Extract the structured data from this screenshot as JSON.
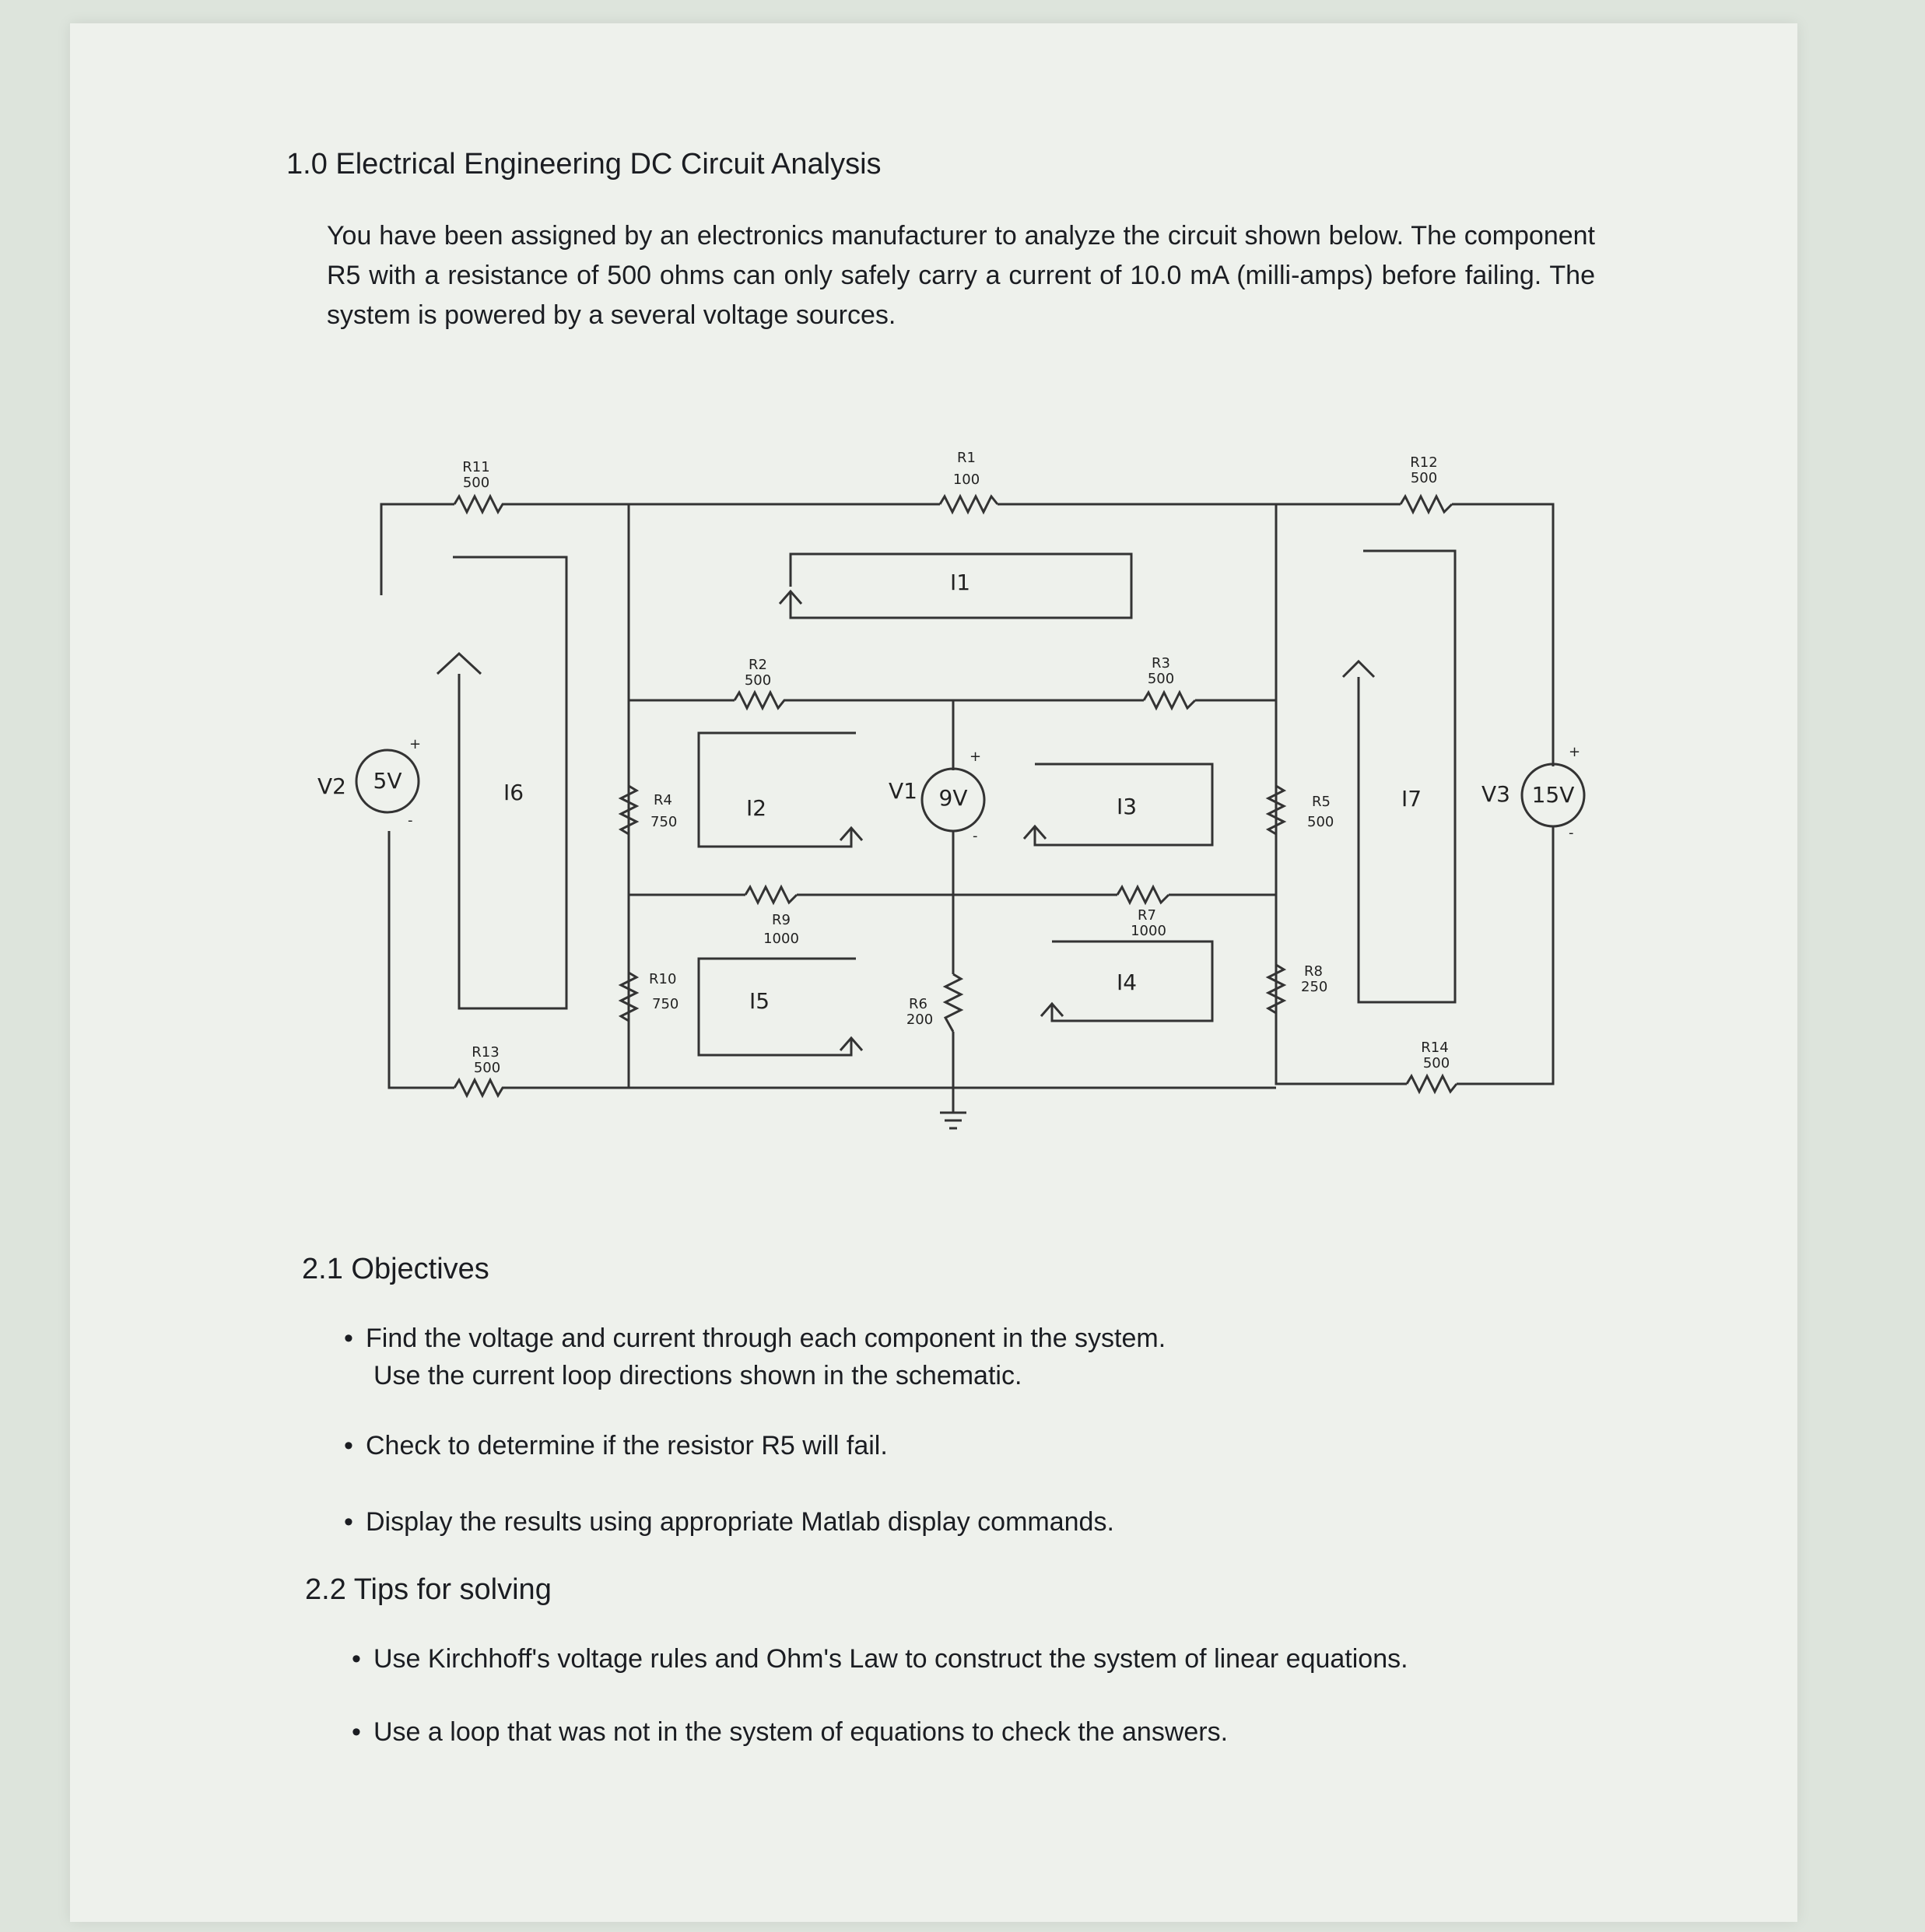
{
  "title": "1.0 Electrical Engineering DC Circuit Analysis",
  "intro": "You have been assigned by an electronics manufacturer to analyze the circuit shown below. The component R5 with a resistance of 500 ohms can only safely carry a current of 10.0 mA (milli-amps) before failing. The system is powered by a several voltage sources.",
  "circuit": {
    "resistors": [
      {
        "name": "R11",
        "value": "500"
      },
      {
        "name": "R1",
        "value": "100"
      },
      {
        "name": "R12",
        "value": "500"
      },
      {
        "name": "R2",
        "value": "500"
      },
      {
        "name": "R3",
        "value": "500"
      },
      {
        "name": "R4",
        "value": "750"
      },
      {
        "name": "R5",
        "value": "500"
      },
      {
        "name": "R9",
        "value": "1000"
      },
      {
        "name": "R7",
        "value": "1000"
      },
      {
        "name": "R10",
        "value": "750"
      },
      {
        "name": "R6",
        "value": "200"
      },
      {
        "name": "R8",
        "value": "250"
      },
      {
        "name": "R13",
        "value": "500"
      },
      {
        "name": "R14",
        "value": "500"
      }
    ],
    "sources": [
      {
        "name": "V2",
        "value": "5V"
      },
      {
        "name": "V1",
        "value": "9V"
      },
      {
        "name": "V3",
        "value": "15V"
      }
    ],
    "loops": [
      "I1",
      "I2",
      "I3",
      "I4",
      "I5",
      "I6",
      "I7"
    ],
    "plus_sign": "+",
    "minus_sign": "-"
  },
  "objectives": {
    "heading": "2.1 Objectives",
    "items": [
      {
        "line1": "Find the voltage and current through each component in the system.",
        "line2": "Use the current loop directions shown in the schematic."
      },
      {
        "line1": "Check to determine if the resistor R5 will fail.",
        "line2": ""
      },
      {
        "line1": "Display the results using appropriate Matlab display commands.",
        "line2": ""
      }
    ]
  },
  "tips": {
    "heading": "2.2 Tips for solving",
    "items": [
      "Use Kirchhoff's voltage rules and Ohm's Law to construct the system of linear equations.",
      "Use a loop that was not in the system of equations to check the answers."
    ]
  }
}
